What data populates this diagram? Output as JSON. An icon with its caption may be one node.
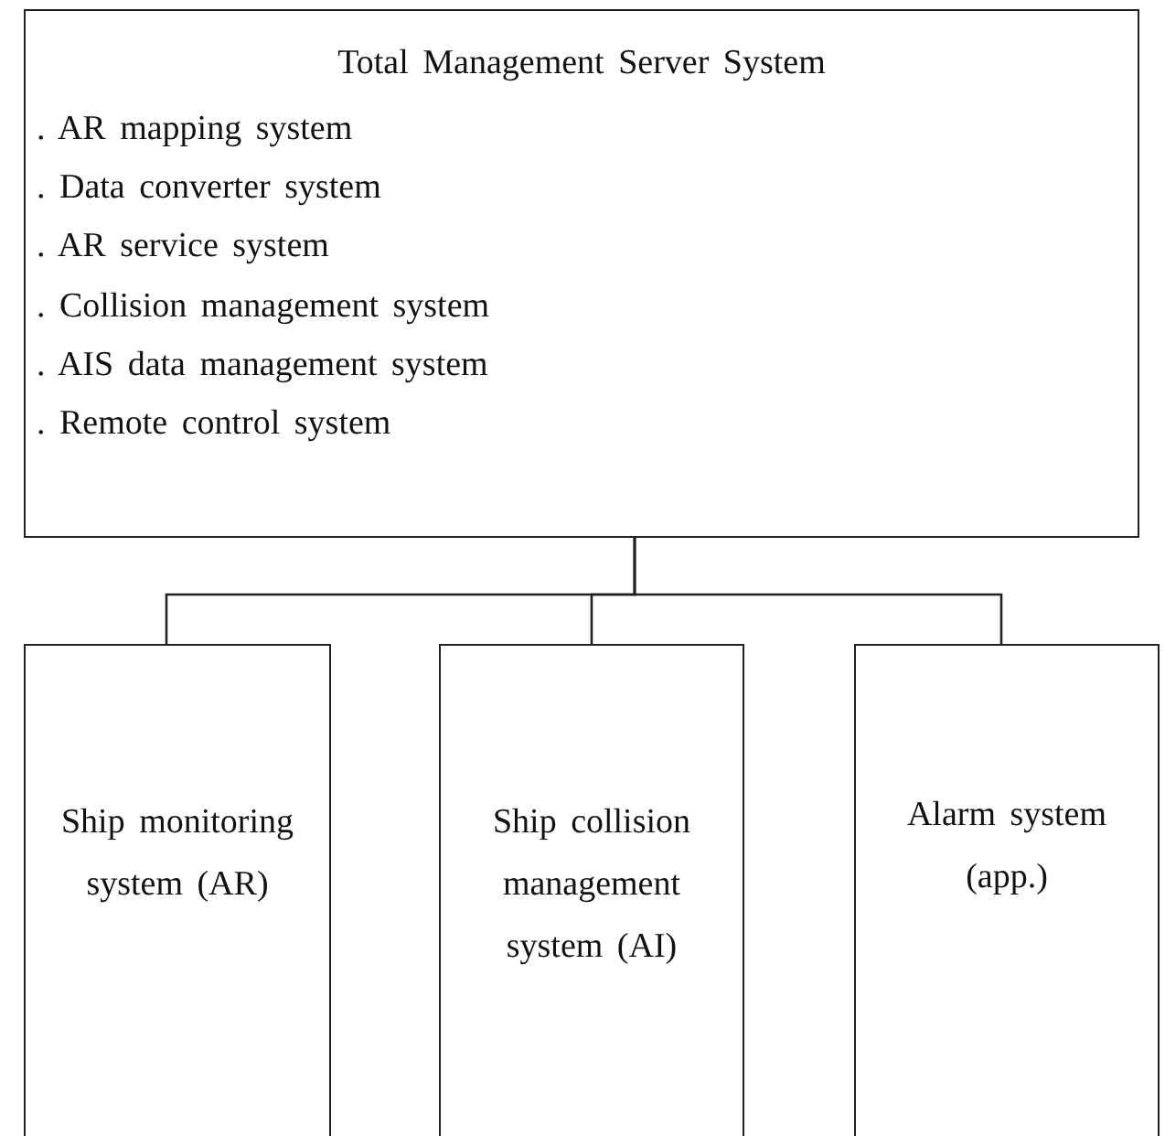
{
  "diagram": {
    "nodes": [
      {
        "text": [
          "Total Management Server System",
          ". AR mapping system",
          ". Data converter system",
          ". AR service system",
          ". Collision management system",
          ". AIS data management system",
          ". Remote control system"
        ]
      },
      {
        "text": [
          "Ship monitoring system (AR)"
        ]
      },
      {
        "text": [
          "Ship collision management system (AI)"
        ]
      },
      {
        "text": [
          "Alarm system (app.)"
        ]
      }
    ],
    "edges": [
      {
        "from": 0,
        "to": 1,
        "arrow": "none"
      },
      {
        "from": 0,
        "to": 2,
        "arrow": "none"
      },
      {
        "from": 0,
        "to": 3,
        "arrow": "none"
      }
    ]
  }
}
